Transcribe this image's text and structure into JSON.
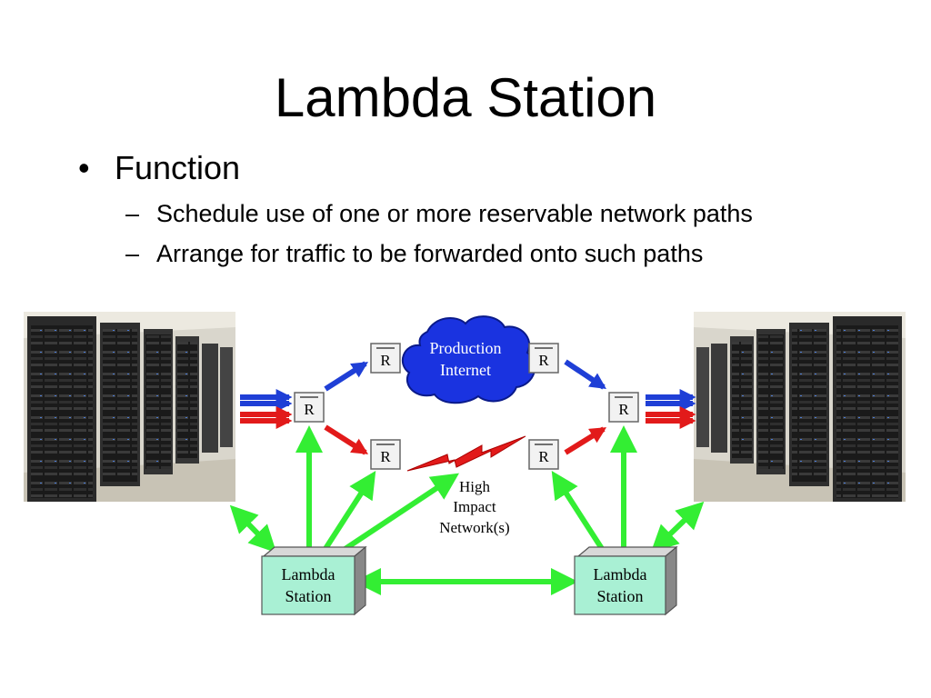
{
  "slide": {
    "title": "Lambda Station",
    "bullet": "Function",
    "sub_items": [
      "Schedule use of one or more reservable network paths",
      "Arrange for traffic to be forwarded onto such paths"
    ]
  },
  "diagram": {
    "cloud_label_line1": "Production",
    "cloud_label_line2": "Internet",
    "router_label": "R",
    "hin_label_line1": "High",
    "hin_label_line2": "Impact",
    "hin_label_line3": "Network(s)",
    "station_label_line1": "Lambda",
    "station_label_line2": "Station",
    "colors": {
      "cloud": "#1a33e0",
      "blue_arrow": "#1f3fd6",
      "red_arrow": "#e21a1a",
      "green_arrow": "#33ee33",
      "station_fill": "#a9f0d4",
      "router_fill": "#f2f2f2"
    }
  }
}
